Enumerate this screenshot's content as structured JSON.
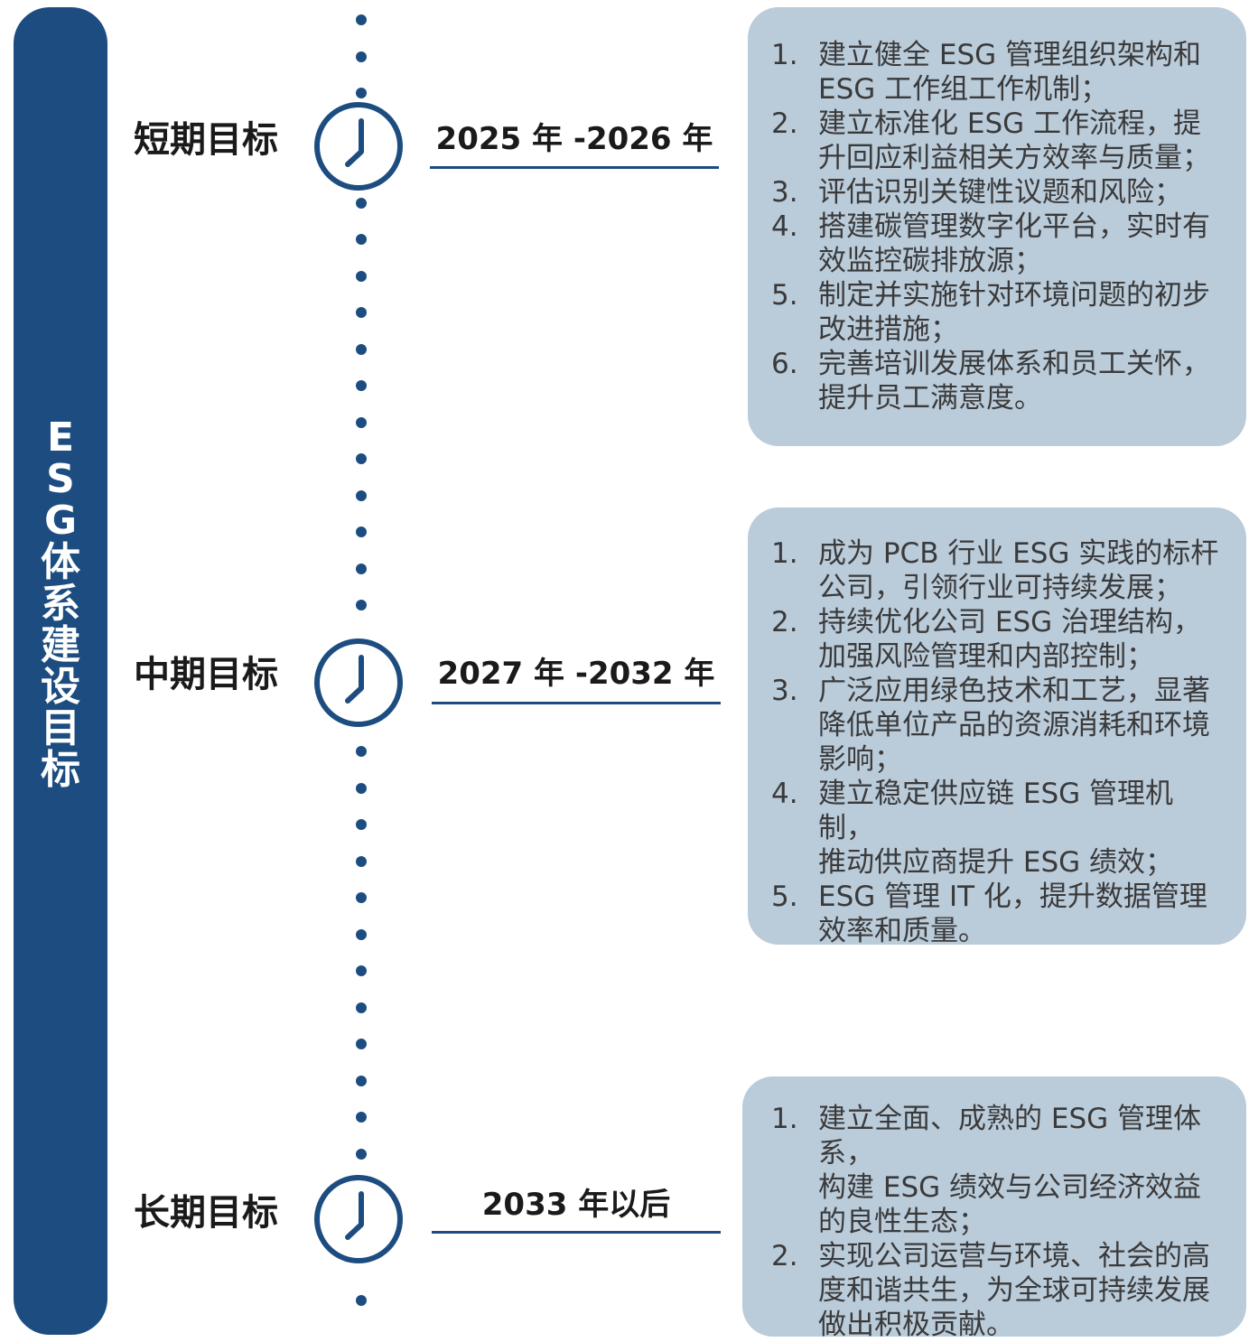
{
  "side_title": [
    "E",
    "S",
    "G",
    "体",
    "系",
    "建",
    "设",
    "目",
    "标"
  ],
  "phases": [
    {
      "label": "短期目标",
      "period": "2025 年 -2026 年",
      "goals": [
        {
          "num": "1.",
          "lines": [
            "建立健全 ESG 管理组织架构和",
            "ESG 工作组工作机制；"
          ]
        },
        {
          "num": "2.",
          "lines": [
            "建立标准化 ESG 工作流程，提",
            "升回应利益相关方效率与质量；"
          ]
        },
        {
          "num": "3.",
          "lines": [
            "评估识别关键性议题和风险；"
          ]
        },
        {
          "num": "4.",
          "lines": [
            "搭建碳管理数字化平台，实时有",
            "效监控碳排放源；"
          ]
        },
        {
          "num": "5.",
          "lines": [
            "制定并实施针对环境问题的初步",
            "改进措施；"
          ]
        },
        {
          "num": "6.",
          "lines": [
            "完善培训发展体系和员工关怀，",
            "提升员工满意度。"
          ]
        }
      ]
    },
    {
      "label": "中期目标",
      "period": "2027 年 -2032 年",
      "goals": [
        {
          "num": "1.",
          "lines": [
            "成为 PCB 行业 ESG 实践的标杆",
            "公司，引领行业可持续发展；"
          ]
        },
        {
          "num": "2.",
          "lines": [
            "持续优化公司 ESG 治理结构，",
            "加强风险管理和内部控制；"
          ]
        },
        {
          "num": "3.",
          "lines": [
            "广泛应用绿色技术和工艺，显著",
            "降低单位产品的资源消耗和环境",
            "影响；"
          ]
        },
        {
          "num": "4.",
          "lines": [
            "建立稳定供应链 ESG 管理机制，",
            "推动供应商提升 ESG 绩效；"
          ]
        },
        {
          "num": "5.",
          "lines": [
            "ESG 管理 IT 化，提升数据管理",
            "效率和质量。"
          ]
        }
      ]
    },
    {
      "label": "长期目标",
      "period": "2033 年以后",
      "goals": [
        {
          "num": "1.",
          "lines": [
            "建立全面、成熟的 ESG 管理体系，",
            "构建 ESG 绩效与公司经济效益",
            "的良性生态；"
          ]
        },
        {
          "num": "2.",
          "lines": [
            "实现公司运营与环境、社会的高",
            "度和谐共生，为全球可持续发展",
            "做出积极贡献。"
          ]
        }
      ]
    }
  ],
  "colors": {
    "primary": "#1d4d80",
    "box": "#bacbda",
    "text": "#1a1a1a",
    "goal_text": "#3a3a3a"
  },
  "icons": {
    "clock": "clock-icon"
  }
}
